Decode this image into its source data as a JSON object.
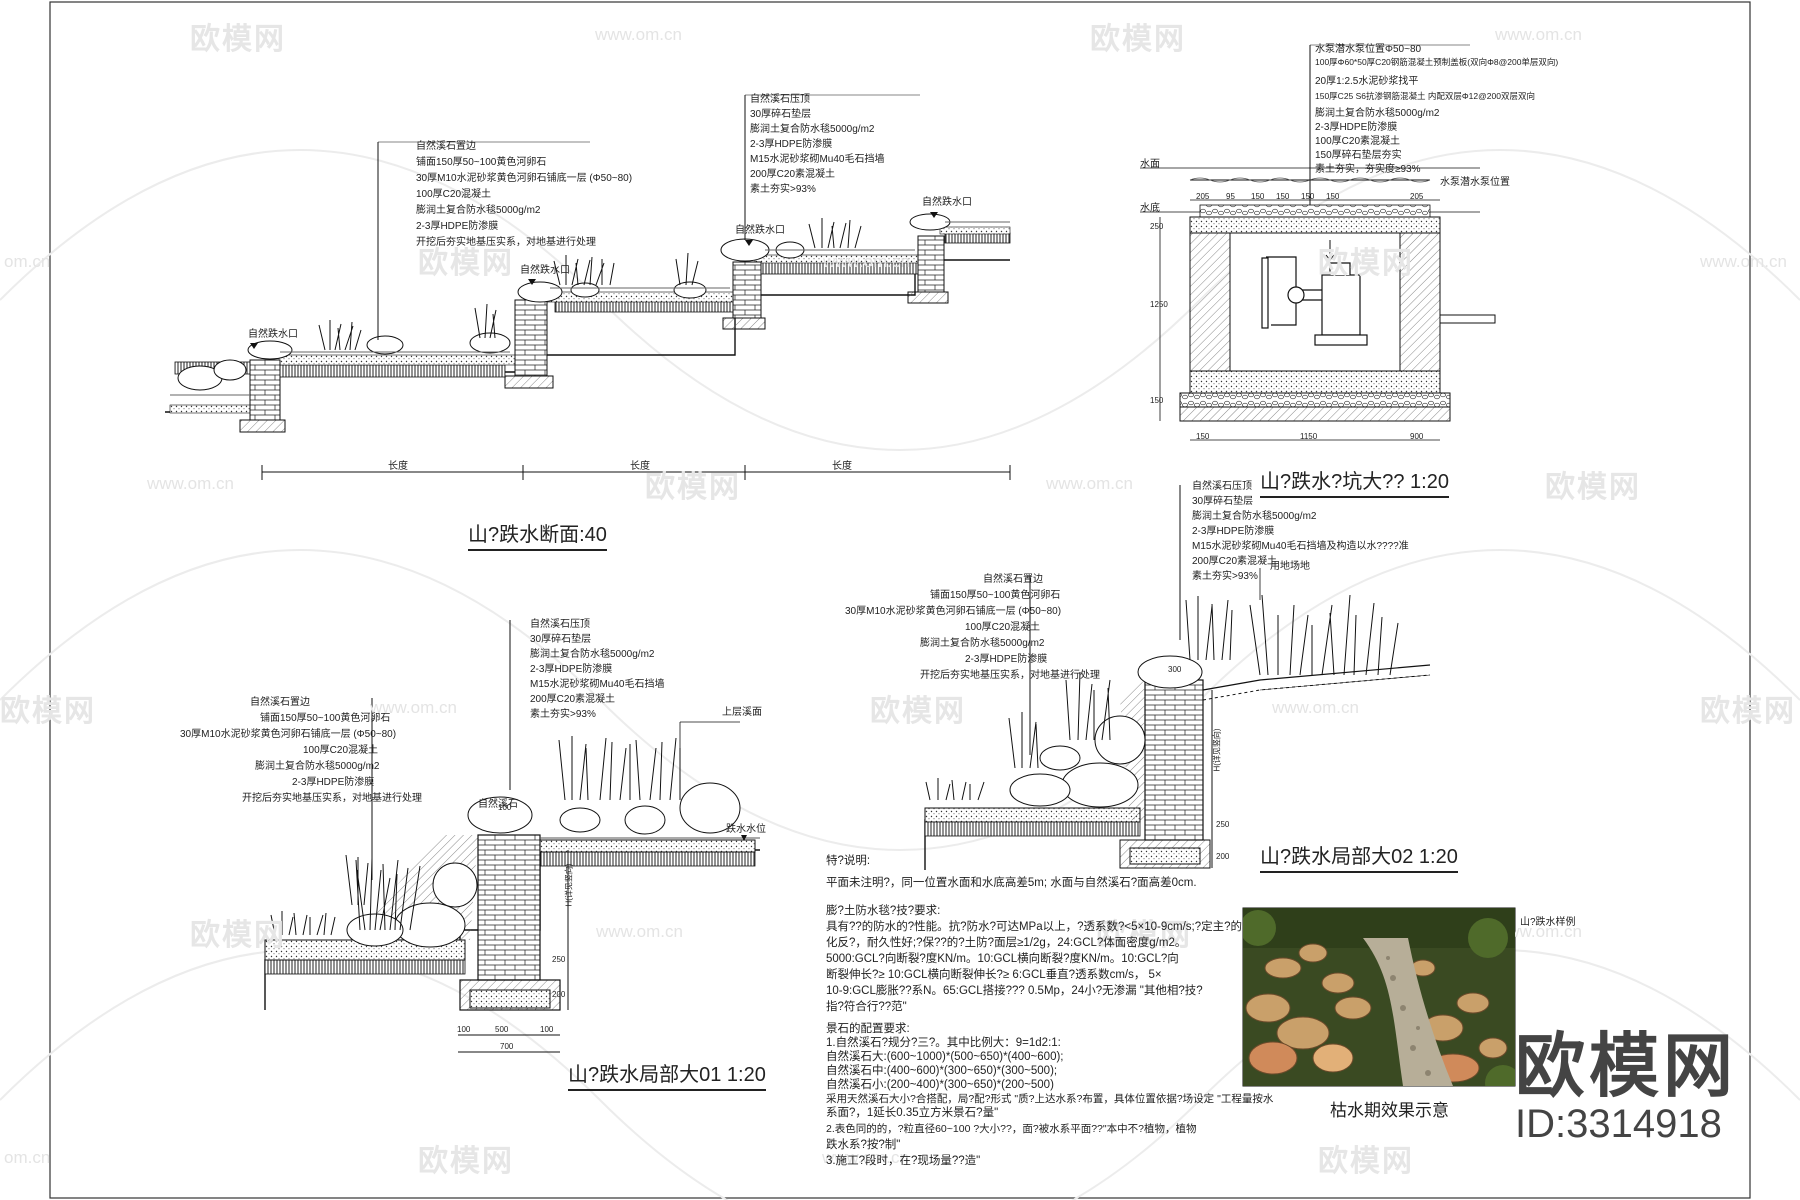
{
  "watermark": {
    "text": "欧模网",
    "url": "www.om.cn",
    "url_partial": "om.cn"
  },
  "brand": {
    "name": "欧模网",
    "id_label": "ID:3314918"
  },
  "section_main": {
    "title": "山?跌水断面:40",
    "labels_a": [
      "自然溪石置边",
      "铺面150厚50~100黄色河卵石",
      "30厚M10水泥砂浆黄色河卵石铺底一层 (Φ50~80)",
      "100厚C20混凝土",
      "膨润土复合防水毯5000g/m2",
      "2-3厚HDPE防渗膜",
      "开挖后夯实地基压实系，对地基进行处理"
    ],
    "labels_b": [
      "自然溪石压顶",
      "30厚碎石垫层",
      "膨润土复合防水毯5000g/m2",
      "2-3厚HDPE防渗膜",
      "M15水泥砂浆砌Mu40毛石挡墙",
      "200厚C20素混凝土",
      "素土夯实>93%"
    ],
    "small_labels": [
      "自然跌水口",
      "自然跌水口",
      "自然跌水口",
      "自然跌水口"
    ],
    "dims": [
      "长度",
      "长度",
      "长度"
    ]
  },
  "section_pit": {
    "title": "山?跌水?坑大?? 1:20",
    "labels": [
      "水泵潜水泵位置Φ50~80",
      "100厚Φ60*50厚C20钢筋混凝土预制盖板(双向Φ8@200单层双向)",
      "20厚1:2.5水泥砂浆找平",
      "150厚C25 S6抗渗钢筋混凝土 内配双层Φ12@200双层双向",
      "膨润土复合防水毯5000g/m2",
      "2-3厚HDPE防渗膜",
      "100厚C20素混凝土",
      "150厚碎石垫层夯实",
      "素土夯实，夯实度≥93%"
    ],
    "side_labels": [
      "水面",
      "水底",
      "水泵潜水泵位置"
    ],
    "dims": [
      "205",
      "95",
      "150",
      "150",
      "150",
      "150",
      "205",
      "250",
      "150",
      "1250",
      "150",
      "1150",
      "900"
    ]
  },
  "section_d1": {
    "title": "山?跌水局部大01 1:20",
    "labels_left": [
      "自然溪石置边",
      "铺面150厚50~100黄色河卵石",
      "30厚M10水泥砂浆黄色河卵石铺底一层 (Φ50~80)",
      "100厚C20混凝土",
      "膨润土复合防水毯5000g/m2",
      "2-3厚HDPE防渗膜",
      "开挖后夯实地基压实系，对地基进行处理"
    ],
    "labels_top": [
      "自然溪石压顶",
      "30厚碎石垫层",
      "膨润土复合防水毯5000g/m2",
      "2-3厚HDPE防渗膜",
      "M15水泥砂浆砌Mu40毛石挡墙",
      "200厚C20素混凝土",
      "素土夯实>93%"
    ],
    "small_labels": [
      "上层溪面",
      "自然溪石",
      "跌水水位"
    ],
    "dims": [
      "100",
      "250",
      "200",
      "H(详见竖向)",
      "100",
      "500",
      "100",
      "700"
    ]
  },
  "section_d2": {
    "title": "山?跌水局部大02 1:20",
    "labels_left": [
      "自然溪石置边",
      "铺面150厚50~100黄色河卵石",
      "30厚M10水泥砂浆黄色河卵石铺底一层 (Φ50~80)",
      "100厚C20混凝土",
      "膨润土复合防水毯5000g/m2",
      "2-3厚HDPE防渗膜",
      "开挖后夯实地基压实系，对地基进行处理"
    ],
    "labels_top": [
      "自然溪石压顶",
      "30厚碎石垫层",
      "膨润土复合防水毯5000g/m2",
      "2-3厚HDPE防渗膜",
      "M15水泥砂浆砌Mu40毛石挡墙及构造以水????准",
      "200厚C20素混凝土",
      "素土夯实>93%"
    ],
    "small_labels": [
      "用地场地"
    ],
    "dims": [
      "300",
      "H(详见竖向)",
      "250",
      "200"
    ]
  },
  "notes": {
    "lines": [
      "特?说明:",
      "平面未注明?，同一位置水面和水底高差5m; 水面与自然溪石?面高差0cm.",
      "膨?土防水毯?技?要求:",
      "    具有??的防水的?性能。抗?防水?可达MPa以上，?透系数?<5×10-9cm/s;?定主?的",
      "化反?，耐久性好;?保??的?土防?面层≥1/2g，24:GCL?体面密度g/m2。",
      "5000:GCL?向断裂?度KN/m。10:GCL横向断裂?度KN/m。10:GCL?向",
      "断裂伸长?≥     10:GCL横向断裂伸长?≥     6:GCL垂直?透系数cm/s， 5×",
      "10-9:GCL膨胀??系N。65:GCL搭接??? 0.5Mp，24小?无渗漏 \"其他相?技?",
      "指?符合行??范\"",
      "景石的配置要求:",
      "    1.自然溪石?规分?三?。其中比例大：9=1d2:1:",
      "自然溪石大:(600~1000)*(500~650)*(400~600);",
      "自然溪石中:(400~600)*(300~650)*(300~500);",
      "自然溪石小:(200~400)*(300~650)*(200~500)",
      "采用天然溪石大小?合搭配，局?配?形式 \"质?上达水系?布置，具体位置依据?场设定 \"工程量按水",
      "系面?，1延长0.35立方米景石?量\"",
      "    2.表色同的的，?粒直径60~100  ?大小??，面?被水系平面??\"本中不?植物，植物",
      "跌水系?按?制\"",
      "    3.施工?段时，在?现场量??造\""
    ]
  },
  "photo": {
    "caption": "枯水期效果示意",
    "label": "山?跌水样例"
  },
  "colors": {
    "line": "#1a1a1a",
    "hatch": "#555555",
    "concrete": "#d8d8d8",
    "water": "#9e9e9e",
    "watermark": "#e6e6e6"
  }
}
